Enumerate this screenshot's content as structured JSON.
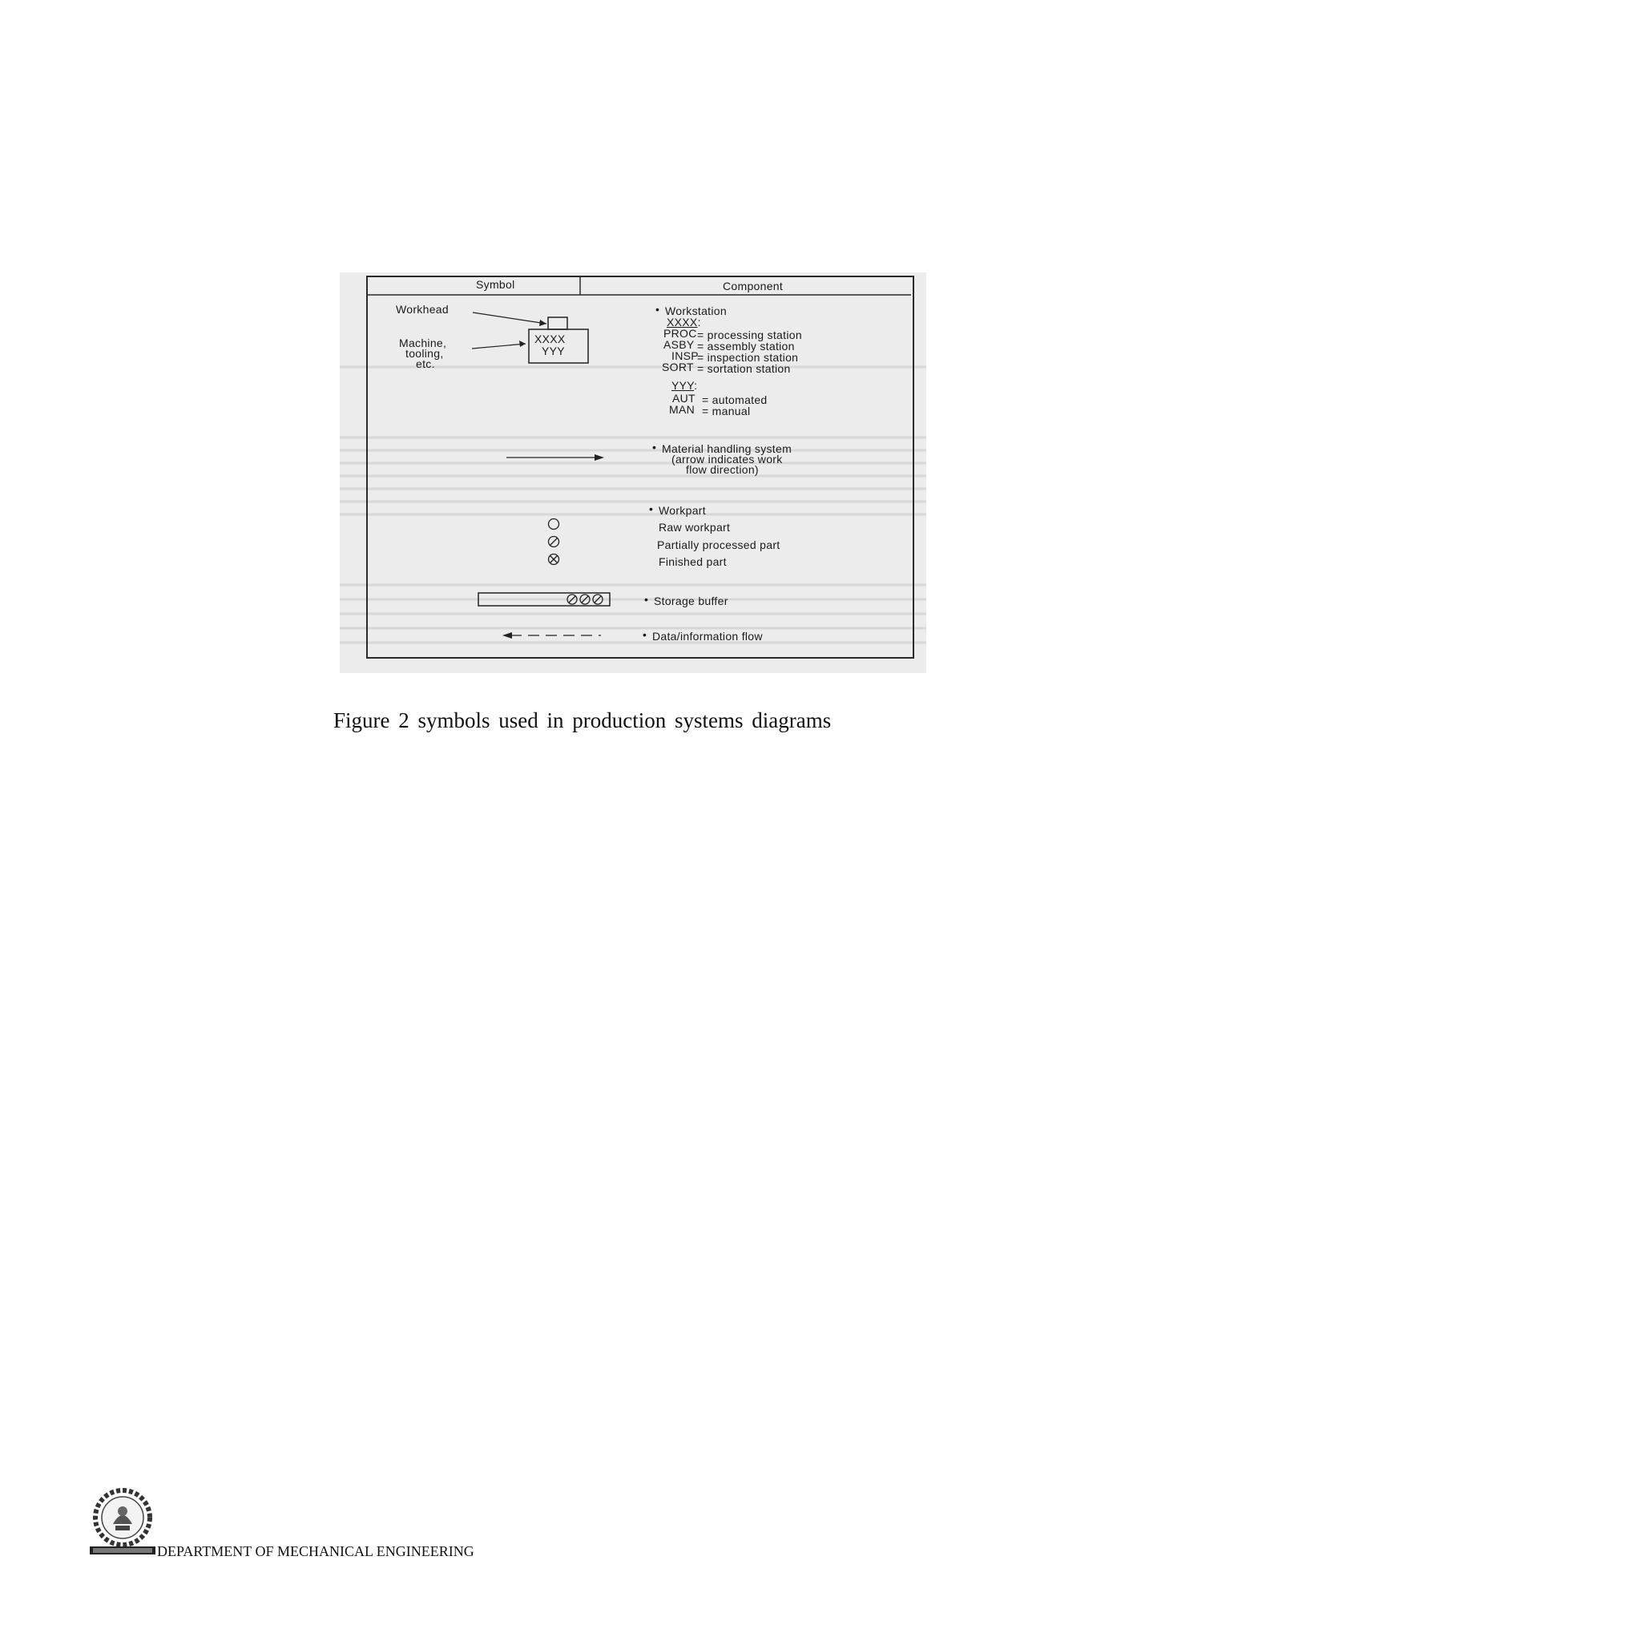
{
  "figure": {
    "headers": {
      "symbol": "Symbol",
      "component": "Component"
    },
    "workstation": {
      "symbol_labels": {
        "workhead": "Workhead",
        "machine_l1": "Machine,",
        "machine_l2": "tooling,",
        "machine_l3": "etc."
      },
      "box_text": {
        "line1": "XXXX",
        "line2": "YYY"
      },
      "title": "Workstation",
      "xxxx_label": "XXXX",
      "xxxx_colon": ":",
      "codes": [
        {
          "code": "PROC",
          "desc": "= processing station"
        },
        {
          "code": "ASBY",
          "desc": "= assembly station"
        },
        {
          "code": "INSP",
          "desc": "= inspection station"
        },
        {
          "code": "SORT",
          "desc": "= sortation station"
        }
      ],
      "yyy_label": "YYY",
      "yyy_colon": ":",
      "modes": [
        {
          "code": "AUT",
          "desc": "= automated"
        },
        {
          "code": "MAN",
          "desc": "= manual"
        }
      ]
    },
    "material_handling": {
      "line1": "Material handling system",
      "line2": "(arrow indicates work",
      "line3": "flow direction)"
    },
    "workpart": {
      "title": "Workpart",
      "items": [
        "Raw workpart",
        "Partially processed part",
        "Finished part"
      ]
    },
    "storage_buffer": "Storage buffer",
    "data_flow": "Data/information flow"
  },
  "caption": "Figure 2 symbols used in production systems diagrams",
  "footer": {
    "department": "DEPARTMENT OF MECHANICAL ENGINEERING",
    "logo_icon": "college-seal-icon"
  }
}
